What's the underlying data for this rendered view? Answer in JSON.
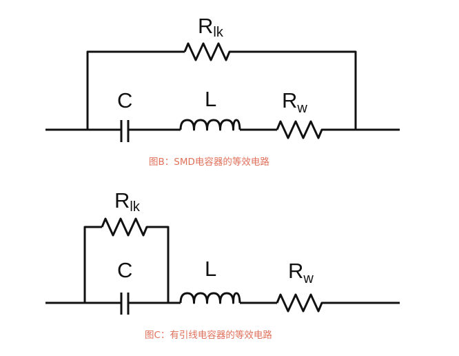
{
  "diagram_b": {
    "leak_resistor": {
      "main": "R",
      "sub": "lk"
    },
    "capacitor": {
      "label": "C"
    },
    "inductor": {
      "label": "L"
    },
    "winding_resistor": {
      "main": "R",
      "sub": "w"
    },
    "caption": "图B：SMD电容器的等效电路"
  },
  "diagram_c": {
    "leak_resistor": {
      "main": "R",
      "sub": "lk"
    },
    "capacitor": {
      "label": "C"
    },
    "inductor": {
      "label": "L"
    },
    "winding_resistor": {
      "main": "R",
      "sub": "w"
    },
    "caption": "图C：有引线电容器的等效电路"
  }
}
